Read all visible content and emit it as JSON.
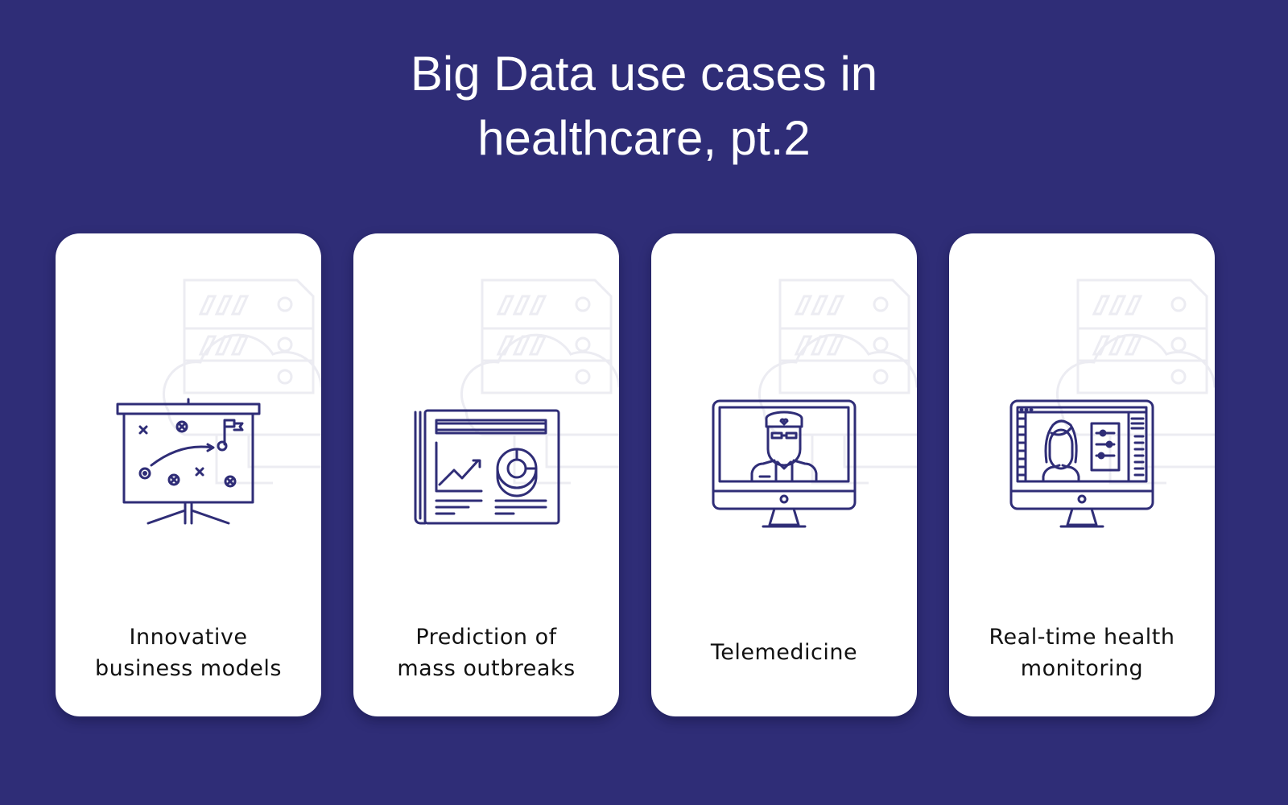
{
  "title": {
    "line1": "Big Data use cases in",
    "line2": "healthcare, pt.2"
  },
  "colors": {
    "background": "#2f2d77",
    "card": "#ffffff",
    "icon_stroke": "#2f2d77",
    "watermark": "#ececf2",
    "text": "#111111"
  },
  "cards": [
    {
      "icon": "presentation-board-strategy-icon",
      "line1": "Innovative",
      "line2": "business models"
    },
    {
      "icon": "report-chart-document-icon",
      "line1": "Prediction of",
      "line2": "mass outbreaks"
    },
    {
      "icon": "monitor-doctor-icon",
      "line1": "Telemedicine"
    },
    {
      "icon": "monitor-patient-dashboard-icon",
      "line1": "Real-time health",
      "line2": "monitoring"
    }
  ]
}
